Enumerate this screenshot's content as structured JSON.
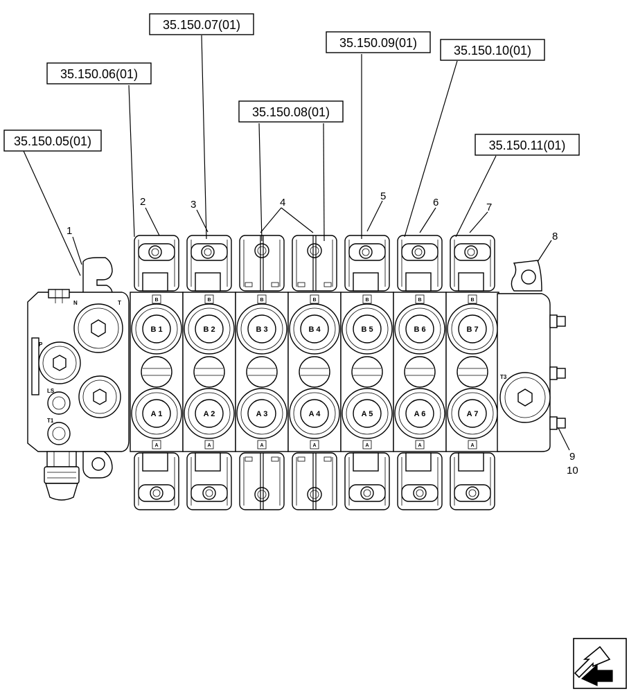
{
  "ref_boxes": [
    {
      "text": "35.150.05(01)"
    },
    {
      "text": "35.150.06(01)"
    },
    {
      "text": "35.150.07(01)"
    },
    {
      "text": "35.150.08(01)"
    },
    {
      "text": "35.150.09(01)"
    },
    {
      "text": "35.150.10(01)"
    },
    {
      "text": "35.150.11(01)"
    }
  ],
  "callouts": [
    "1",
    "2",
    "3",
    "4",
    "5",
    "6",
    "7",
    "8",
    "9",
    "10"
  ],
  "sections": [
    {
      "b_port": "B 1",
      "a_port": "A 1",
      "top": "B",
      "bottom": "A"
    },
    {
      "b_port": "B 2",
      "a_port": "A 2",
      "top": "B",
      "bottom": "A"
    },
    {
      "b_port": "B 3",
      "a_port": "A 3",
      "top": "B",
      "bottom": "A"
    },
    {
      "b_port": "B 4",
      "a_port": "A 4",
      "top": "B",
      "bottom": "A"
    },
    {
      "b_port": "B 5",
      "a_port": "A 5",
      "top": "B",
      "bottom": "A"
    },
    {
      "b_port": "B 6",
      "a_port": "A 6",
      "top": "B",
      "bottom": "A"
    },
    {
      "b_port": "B 7",
      "a_port": "A 7",
      "top": "B",
      "bottom": "A"
    }
  ],
  "inlet_ports": {
    "t": "T",
    "n": "N",
    "p": "P",
    "ls": "LS",
    "t1": "T1"
  },
  "outlet_port": "T3",
  "nav_icon": "arrow-nav-icon"
}
